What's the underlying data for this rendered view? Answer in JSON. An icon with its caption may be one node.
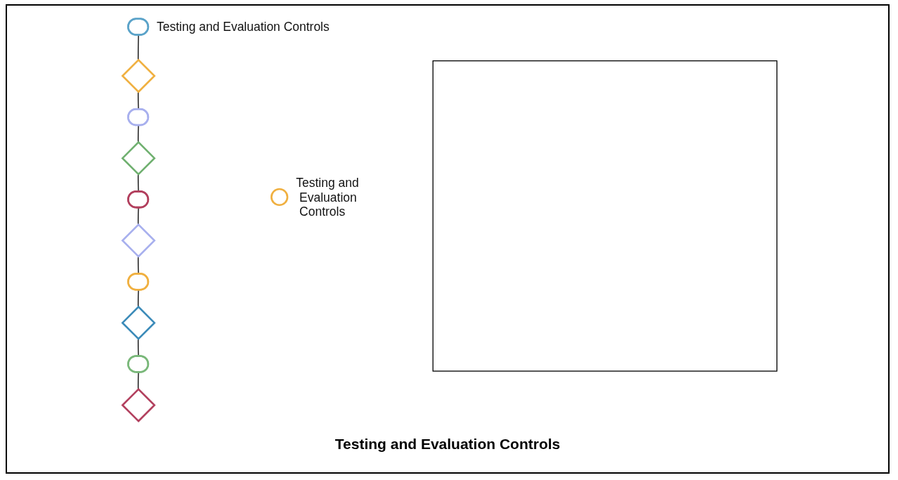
{
  "diagram": {
    "caption": "Testing and Evaluation Controls",
    "nodes": [
      {
        "text": [],
        "shape": "stadium",
        "beside": [
          "Testing and Evaluation Controls"
        ]
      },
      {
        "text": [],
        "shape": "diamond"
      },
      {
        "text": [],
        "shape": "stadium"
      },
      {
        "text": [],
        "shape": "diamond"
      },
      {
        "text": [],
        "shape": "stadium"
      },
      {
        "text": [],
        "shape": "diamond"
      },
      {
        "text": [],
        "shape": "stadium"
      },
      {
        "text": [],
        "shape": "diamond"
      },
      {
        "text": [],
        "shape": "stadium"
      },
      {
        "text": [],
        "shape": "diamond"
      },
      {
        "text": [],
        "shape": "circle",
        "beside": [
          "Testing and Evaluation Controls"
        ]
      },
      {
        "text": [],
        "shape": "box"
      }
    ],
    "edges": [
      {
        "from": 0,
        "to": 1,
        "arrow": "none"
      },
      {
        "from": 1,
        "to": 2,
        "arrow": "none"
      },
      {
        "from": 2,
        "to": 3,
        "arrow": "none"
      },
      {
        "from": 3,
        "to": 4,
        "arrow": "none"
      },
      {
        "from": 4,
        "to": 5,
        "arrow": "none"
      },
      {
        "from": 5,
        "to": 6,
        "arrow": "none"
      },
      {
        "from": 6,
        "to": 7,
        "arrow": "none"
      },
      {
        "from": 7,
        "to": 8,
        "arrow": "none"
      },
      {
        "from": 8,
        "to": 9,
        "arrow": "none"
      }
    ]
  }
}
